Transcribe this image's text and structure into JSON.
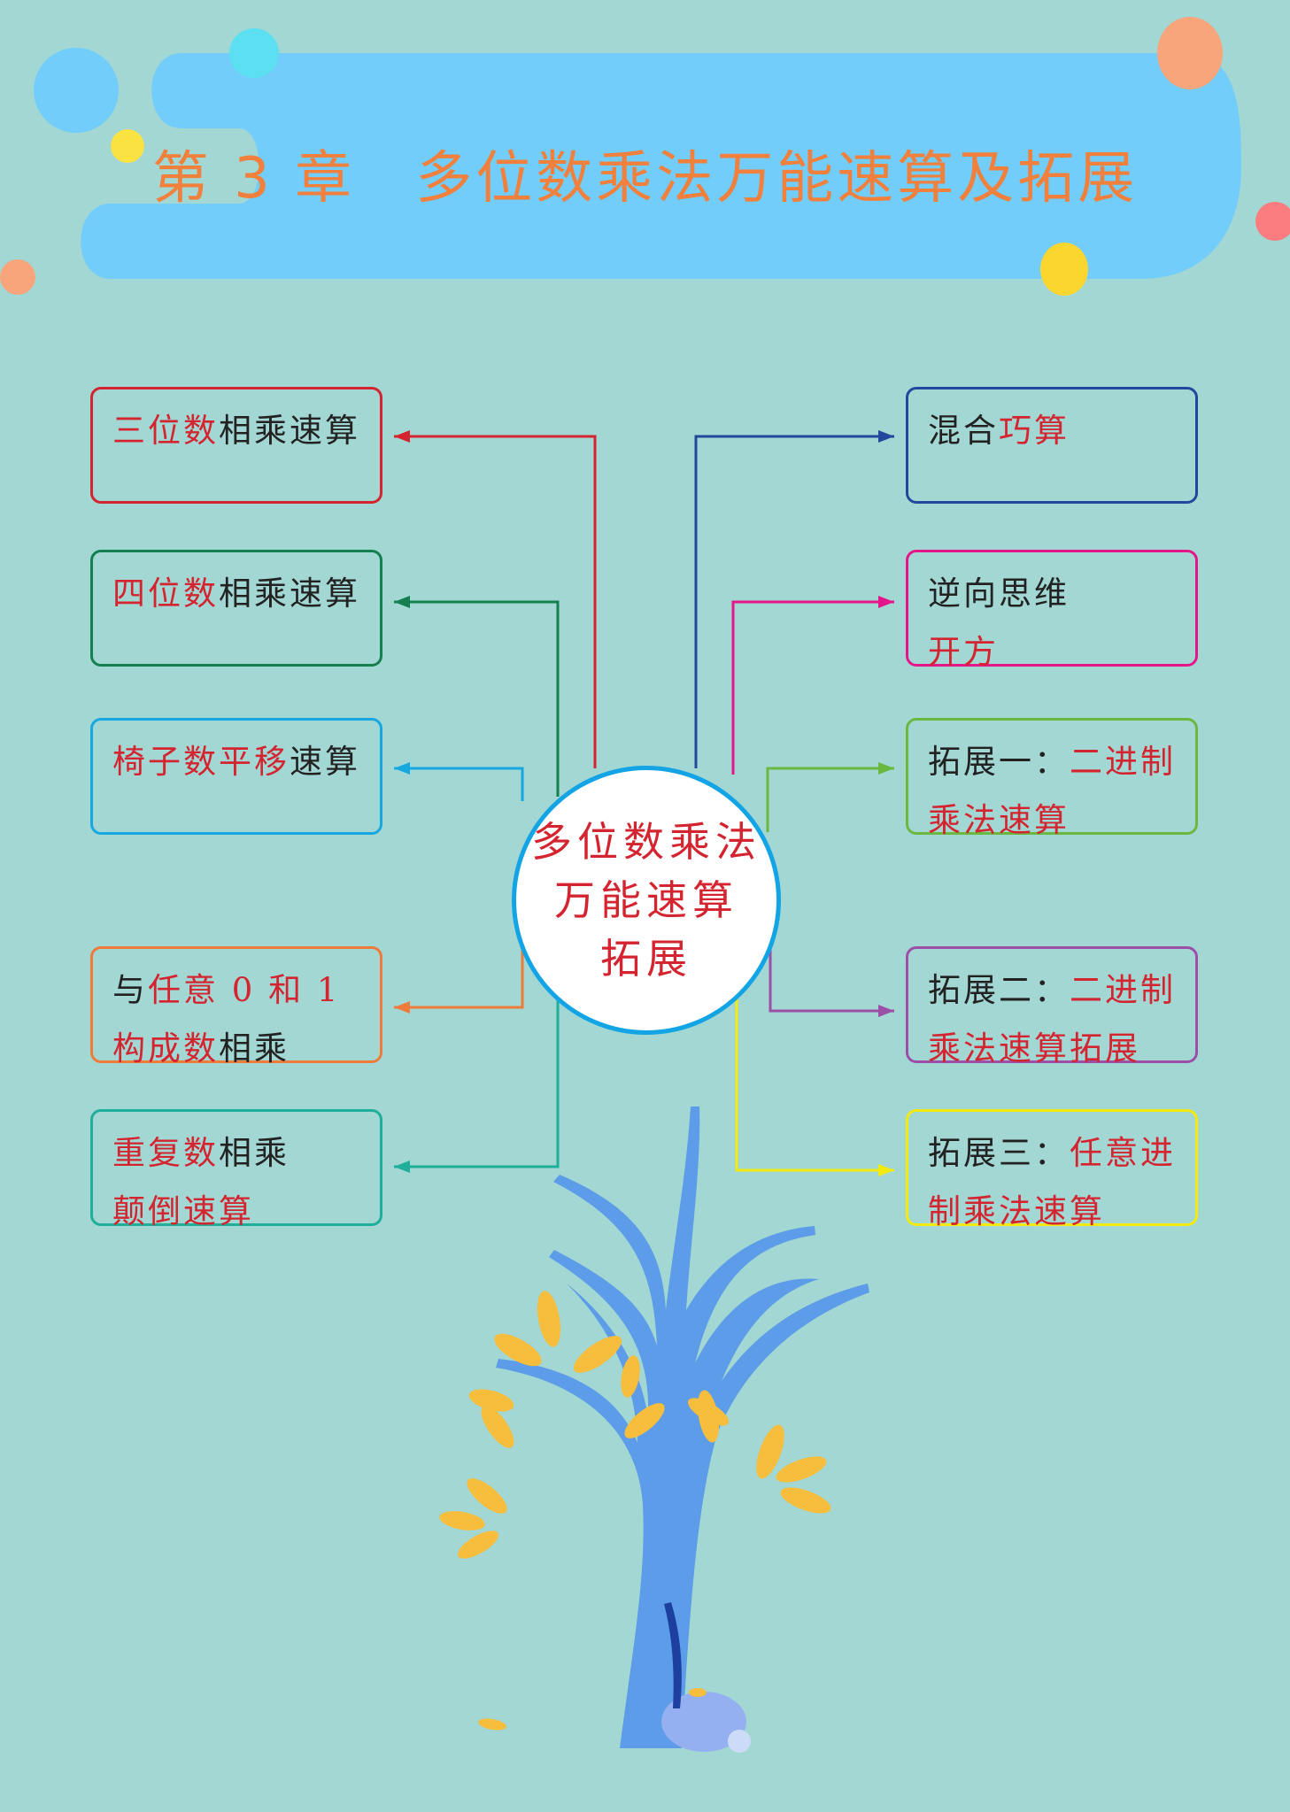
{
  "header": {
    "title": "第 3 章　多位数乘法万能速算及拓展"
  },
  "center": {
    "lines": [
      "多位数乘法",
      "万能速算",
      "拓展"
    ]
  },
  "left_nodes": [
    {
      "color": "#d3242f",
      "lines": [
        [
          {
            "t": "三位数",
            "red": true
          },
          {
            "t": "相乘速算",
            "red": false
          }
        ]
      ]
    },
    {
      "color": "#14804f",
      "lines": [
        [
          {
            "t": "四位数",
            "red": true
          },
          {
            "t": "相乘速算",
            "red": false
          }
        ]
      ]
    },
    {
      "color": "#17a8e2",
      "lines": [
        [
          {
            "t": "椅子数平移",
            "red": true
          },
          {
            "t": "速算",
            "red": false
          }
        ]
      ]
    },
    {
      "color": "#ee7b3a",
      "lines": [
        [
          {
            "t": "与",
            "red": false
          },
          {
            "t": "任意 0 和 1",
            "red": true
          }
        ],
        [
          {
            "t": "构成数",
            "red": true
          },
          {
            "t": "相乘",
            "red": false
          }
        ]
      ]
    },
    {
      "color": "#1fae99",
      "lines": [
        [
          {
            "t": "重复数",
            "red": true
          },
          {
            "t": "相乘",
            "red": false
          }
        ],
        [
          {
            "t": "颠倒速算",
            "red": true
          }
        ]
      ]
    }
  ],
  "right_nodes": [
    {
      "color": "#23479a",
      "lines": [
        [
          {
            "t": "混合",
            "red": false
          },
          {
            "t": "巧算",
            "red": true
          }
        ]
      ]
    },
    {
      "color": "#e5168a",
      "lines": [
        [
          {
            "t": "逆向思维",
            "red": false
          }
        ],
        [
          {
            "t": "开方",
            "red": true
          }
        ]
      ]
    },
    {
      "color": "#6ab83f",
      "lines": [
        [
          {
            "t": "拓展一：",
            "red": false
          },
          {
            "t": "二进制",
            "red": true
          }
        ],
        [
          {
            "t": "乘法速算",
            "red": true
          }
        ]
      ]
    },
    {
      "color": "#9b4fa9",
      "lines": [
        [
          {
            "t": "拓展二：",
            "red": false
          },
          {
            "t": "二进制",
            "red": true
          }
        ],
        [
          {
            "t": "乘法速算拓展",
            "red": true
          }
        ]
      ]
    },
    {
      "color": "#f3ea10",
      "lines": [
        [
          {
            "t": "拓展三：",
            "red": false
          },
          {
            "t": "任意进",
            "red": true
          }
        ],
        [
          {
            "t": "制乘法速算",
            "red": true
          }
        ]
      ]
    }
  ]
}
